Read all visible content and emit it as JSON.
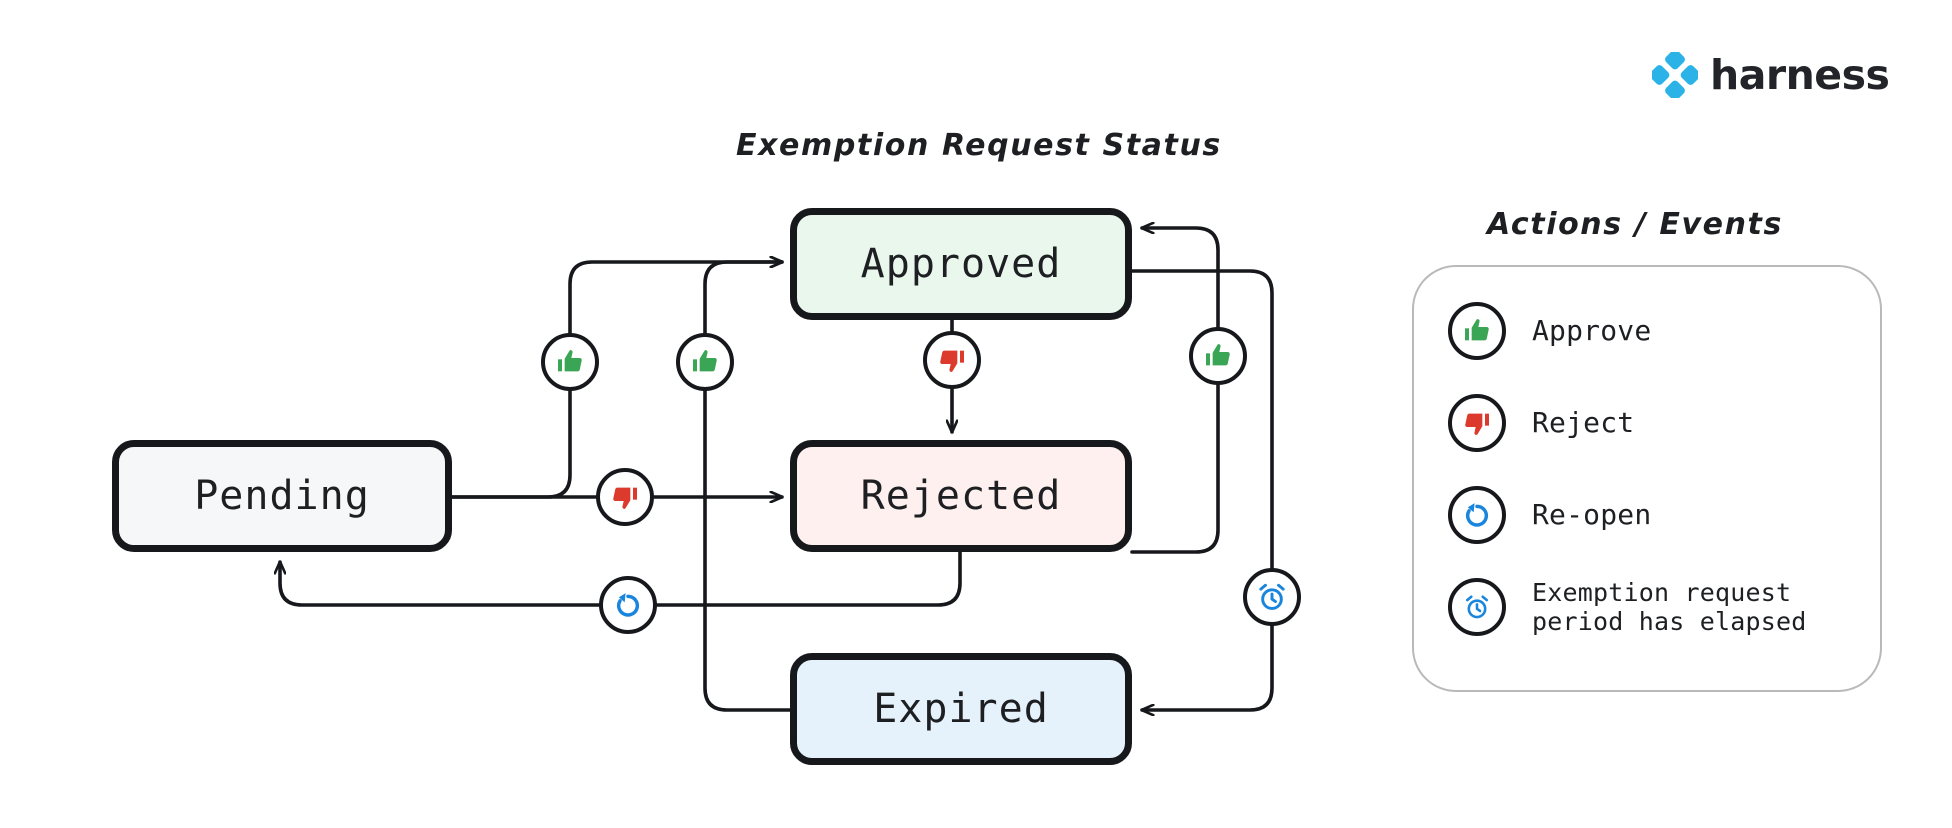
{
  "brand": {
    "name": "harness",
    "logo_icon": "harness-diamond-logo",
    "logo_color": "#2bb3e8",
    "text_color": "#22242a"
  },
  "diagram": {
    "title": "Exemption Request Status",
    "type": "state-machine",
    "states": [
      {
        "id": "pending",
        "label": "Pending",
        "fill": "#f6f7f9",
        "border": "#16181c"
      },
      {
        "id": "approved",
        "label": "Approved",
        "fill": "#e9f7ed",
        "border": "#16181c"
      },
      {
        "id": "rejected",
        "label": "Rejected",
        "fill": "#fdf0ee",
        "border": "#16181c"
      },
      {
        "id": "expired",
        "label": "Expired",
        "fill": "#e6f2fb",
        "border": "#16181c"
      }
    ],
    "transitions": [
      {
        "from": "pending",
        "to": "approved",
        "event": "approve",
        "icon": "thumbs-up-icon"
      },
      {
        "from": "pending",
        "to": "rejected",
        "event": "reject",
        "icon": "thumbs-down-icon"
      },
      {
        "from": "approved",
        "to": "rejected",
        "event": "reject",
        "icon": "thumbs-down-icon"
      },
      {
        "from": "rejected",
        "to": "approved",
        "event": "approve",
        "icon": "thumbs-up-icon"
      },
      {
        "from": "rejected",
        "to": "pending",
        "event": "re-open",
        "icon": "re-open-icon"
      },
      {
        "from": "expired",
        "to": "approved",
        "event": "approve",
        "icon": "thumbs-up-icon"
      },
      {
        "from": "approved",
        "to": "expired",
        "event": "exemption request period has elapsed",
        "icon": "alarm-clock-icon"
      }
    ]
  },
  "legend": {
    "title": "Actions / Events",
    "items": [
      {
        "icon": "thumbs-up-icon",
        "label": "Approve",
        "color": "#3aa655"
      },
      {
        "icon": "thumbs-down-icon",
        "label": "Reject",
        "color": "#dc3a2c"
      },
      {
        "icon": "re-open-icon",
        "label": "Re-open",
        "color": "#1a85dd"
      },
      {
        "icon": "alarm-clock-icon",
        "label": "Exemption request\nperiod has elapsed",
        "color": "#1a85dd"
      }
    ]
  },
  "colors": {
    "stroke": "#16181c",
    "approve_green": "#3aa655",
    "reject_red": "#dc3a2c",
    "info_blue": "#1a85dd",
    "panel_border": "#b9b9b9",
    "background": "#ffffff"
  }
}
